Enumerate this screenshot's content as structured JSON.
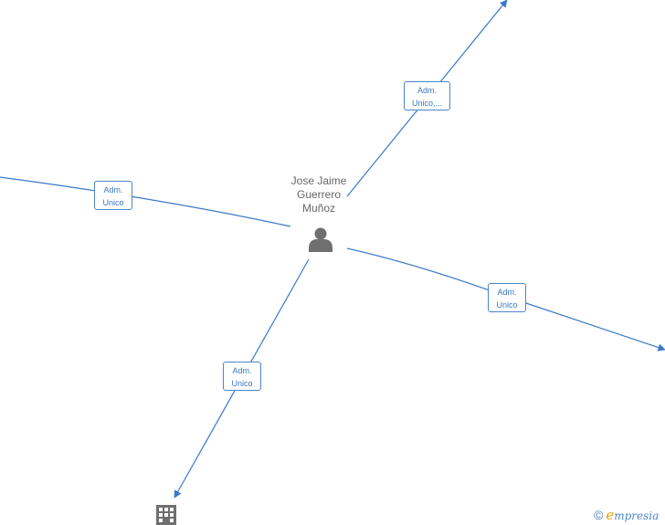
{
  "center_person": {
    "name_lines": [
      "Jose Jaime",
      "Guerrero",
      "Muñoz"
    ],
    "icon": "person-icon"
  },
  "edge_labels": {
    "top_right": [
      "Adm.",
      "Unico,..."
    ],
    "left": [
      "Adm.",
      "Unico"
    ],
    "right": [
      "Adm.",
      "Unico"
    ],
    "bottom": [
      "Adm.",
      "Unico"
    ]
  },
  "company_node": {
    "icon": "building-icon"
  },
  "watermark": {
    "symbol": "©",
    "brand_initial": "e",
    "brand_rest": "mpresia"
  },
  "colors": {
    "edge": "#3a78c8",
    "label_border": "#4a86c8",
    "label_text": "#3a78c0",
    "person_icon": "#6f6f6f",
    "name_text": "#666666",
    "brand_accent": "#f0a000"
  }
}
